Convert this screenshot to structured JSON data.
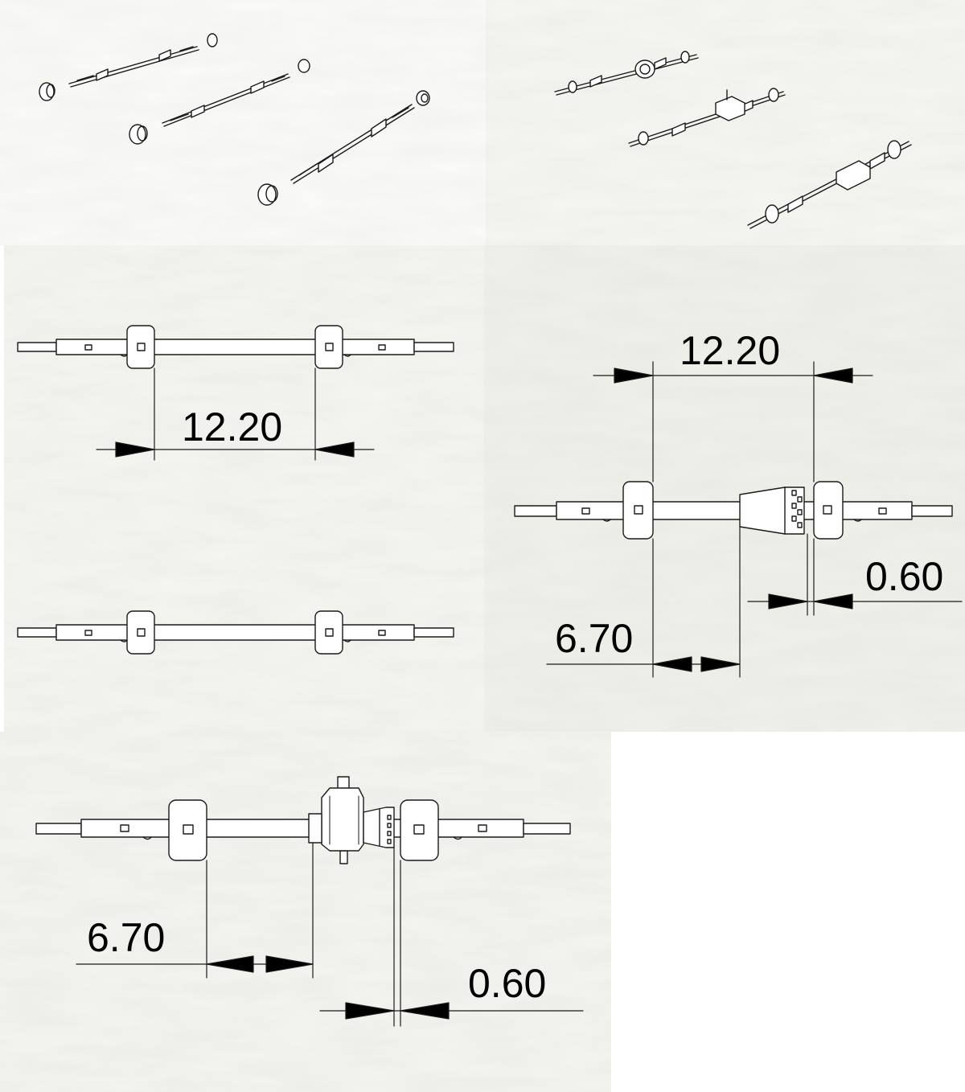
{
  "drawings": {
    "top_left": {
      "dimension_label": "12.20"
    },
    "top_right": {
      "dimension_label_gap": "12.20",
      "dimension_label_inner": "6.70",
      "dimension_label_small": "0.60"
    },
    "bottom": {
      "dimension_label_inner": "6.70",
      "dimension_label_small": "0.60"
    }
  },
  "colors": {
    "line": "#1a1a1a",
    "paper": "#f7f7f4",
    "paper_grain": "#ebebe6",
    "part_fill": "#ffffff",
    "hub_fill": "#d8d8d8"
  }
}
